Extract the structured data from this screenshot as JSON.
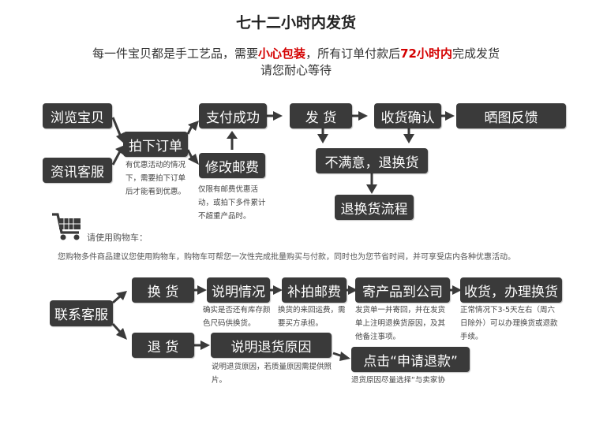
{
  "header": {
    "title": "七十二小时内发货",
    "line1_a": "每一件宝贝都是手工艺品，需要",
    "line1_b": "小心包装",
    "line1_c": "，所有订单付款后",
    "line1_d": "72小时内",
    "line1_e": "完成发货",
    "line2": "请您耐心等待"
  },
  "flow1": {
    "browse": "浏览宝贝",
    "consult": "资讯客服",
    "order": "拍下订单",
    "order_note": "有优惠活动的情况下，需要拍下订单后才能看到优惠。",
    "pay": "支付成功",
    "modify": "修改邮费",
    "modify_note": "仅限有邮费优惠活动，或拍下多件累计不超重产品时。",
    "ship": "发 货",
    "confirm": "收货确认",
    "review": "晒图反馈",
    "unsatisfied": "不满意，退换货",
    "return_flow": "退换货流程"
  },
  "cart": {
    "label": "请使用购物车：",
    "desc": "您购物多件商品建议您使用购物车，购物车可帮您一次性完成批量购买与付款，同时也为您节省时间，并可享受店内各种优惠活动。"
  },
  "flow2": {
    "contact": "联系客服",
    "exchange": "换 货",
    "explain": "说明情况",
    "explain_note": "确实是否还有库存颜色尺码供换货。",
    "postage": "补拍邮费",
    "postage_note": "换货的来回运费，需要买方承担。",
    "send": "寄产品到公司",
    "send_note": "发货单一并寄回，并在发货单上注明退换货原因，及其他备注事项。",
    "receive": "收货，办理换货",
    "receive_note": "正常情况下3-5天左右（周六日除外）可以办理换货或退款手续。",
    "refund": "退 货",
    "reason": "说明退货原因",
    "reason_note": "说明退货原因，若质量原因需提供照片。",
    "apply": "点击“申请退款”",
    "apply_note": "退货原因尽量选择“与卖家协"
  }
}
